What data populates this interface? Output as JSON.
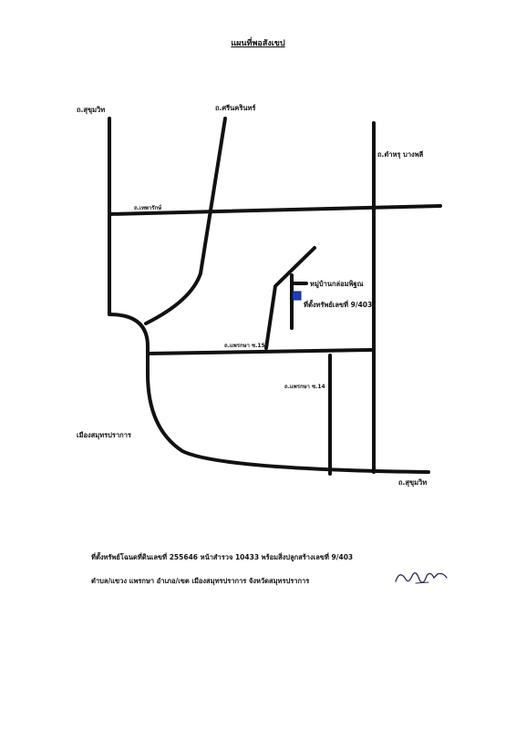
{
  "title": "แผนที่พอสังเขป",
  "roads": {
    "sukhumvit_top": "ถ.สุขุมวิท",
    "srinakarin": "ถ.ศรีนครินทร์",
    "tamru_bangphli": "ถ.ตำหรุ บางพลี",
    "thepharak": "ถ.เทพารักษ์",
    "phraeksa_15": "ถ.แพรกษา ซ.15",
    "phraeksa_14": "ถ.แพรกษา ซ.14",
    "sukhumvit_bottom": "ถ.สุขุมวิท"
  },
  "places": {
    "village": "หมู่บ้านกล่อมพิฐณ",
    "property": "ที่ตั้งทรัพย์เลขที่ 9/403",
    "muang_samutprakan": "เมืองสมุทรปราการ"
  },
  "footer": {
    "line1": "ที่ตั้งทรัพย์โฉนดที่ดินเลขที่ 255646 หน้าสำรวจ 10433 พร้อมสิ่งปลูกสร้างเลขที่ 9/403",
    "line2": "ตำบล/แขวง แพรกษา อำเภอ/เขต เมืองสมุทรปราการ จังหวัดสมุทรปราการ"
  },
  "colors": {
    "property_marker": "#1f3fbf",
    "road": "#111111"
  },
  "icons": {
    "property_marker": "blue-square-marker",
    "signature": "handwritten-signature"
  }
}
